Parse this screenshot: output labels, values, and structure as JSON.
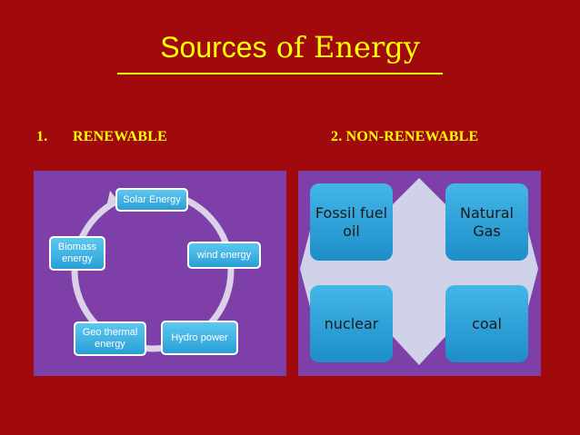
{
  "slide": {
    "title_part1": "Sources",
    "title_part2": "of Energy",
    "heading1_num": "1.",
    "heading1_text": "RENEWABLE",
    "heading2": "2. NON-RENEWABLE"
  },
  "renewable_cycle": {
    "nodes": [
      {
        "label": "Solar Energy"
      },
      {
        "label": "wind energy"
      },
      {
        "label": "Hydro power"
      },
      {
        "label": "Geo thermal energy"
      },
      {
        "label": "Biomass energy"
      }
    ]
  },
  "non_renewable": {
    "boxes": [
      {
        "label": "Fossil fuel oil"
      },
      {
        "label": "Natural Gas"
      },
      {
        "label": "nuclear"
      },
      {
        "label": "coal"
      }
    ]
  },
  "colors": {
    "background": "#a00a0c",
    "title": "#ffff00",
    "panel": "#7e3fa9",
    "node": "#2a9fd6"
  }
}
